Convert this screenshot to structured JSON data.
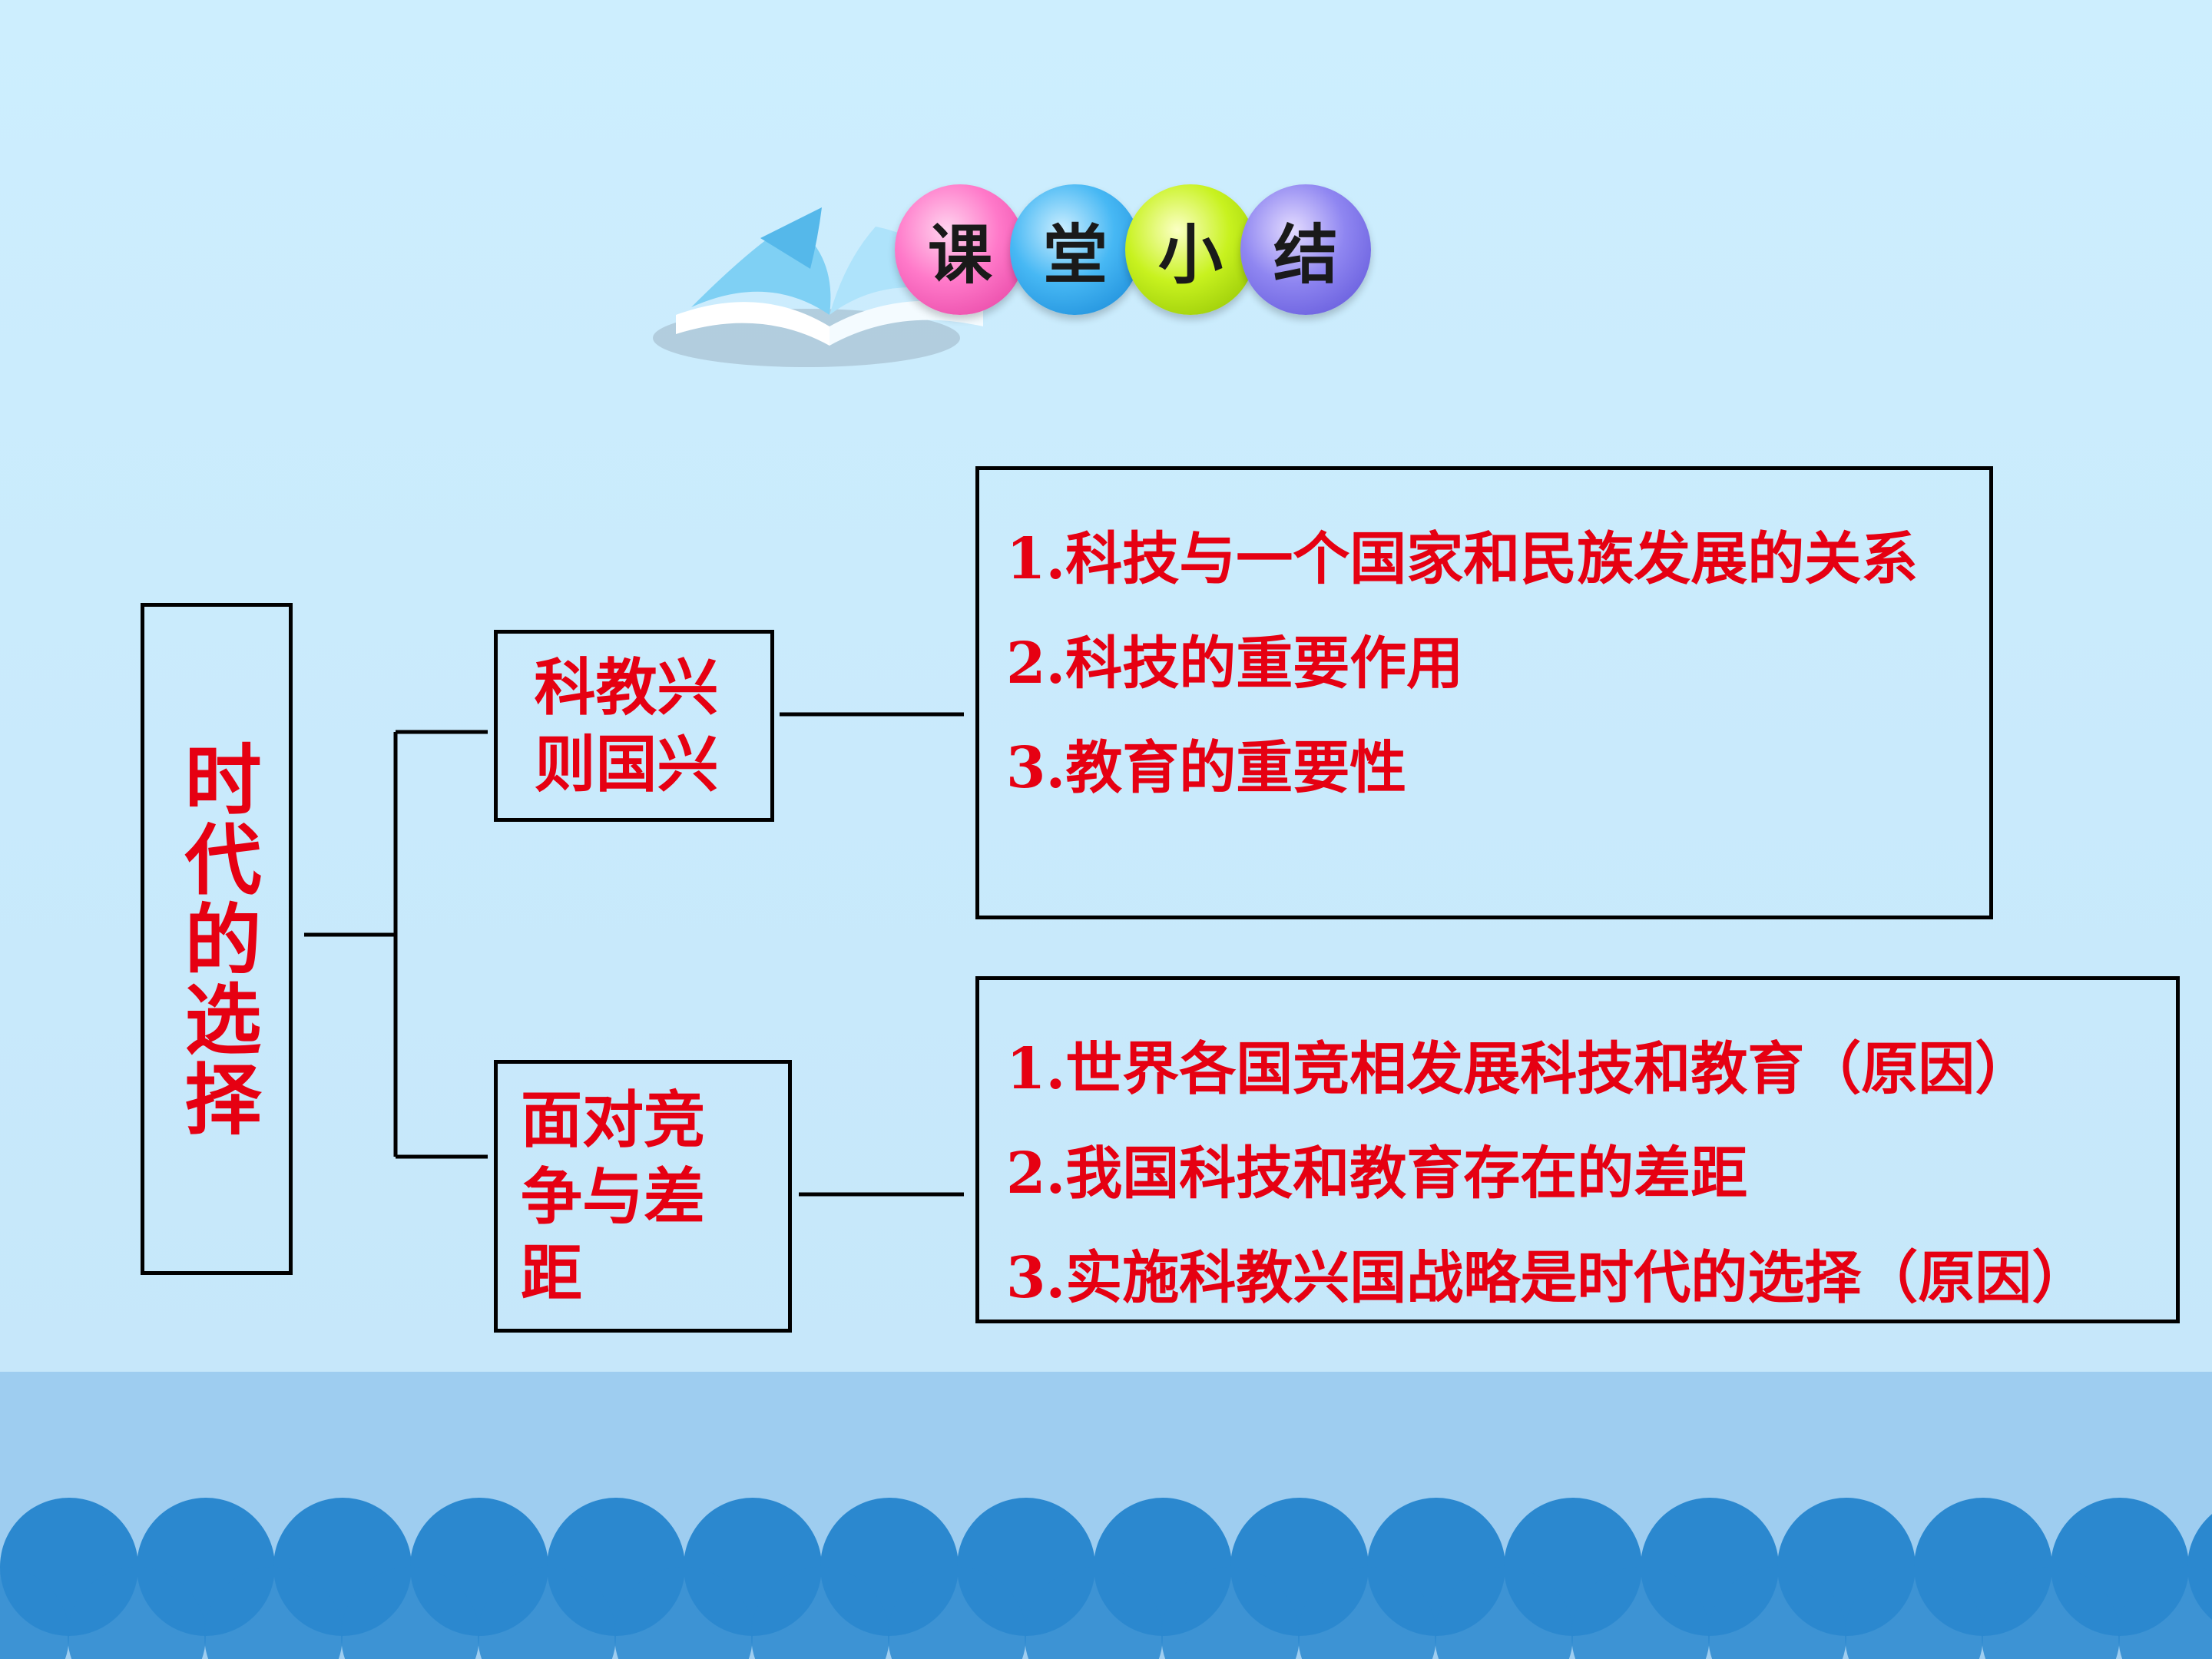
{
  "title": {
    "chars": [
      "课",
      "堂",
      "小",
      "结"
    ]
  },
  "diagram": {
    "root": "时代的选择",
    "branches": [
      {
        "label": "科教兴则国兴",
        "items": [
          "1.科技与一个国家和民族发展的关系",
          "2.科技的重要作用",
          "3.教育的重要性"
        ]
      },
      {
        "label": "面对竞争与差距",
        "items": [
          "1.世界各国竞相发展科技和教育（原因）",
          "2.我国科技和教育存在的差距",
          "3.实施科教兴国战略是时代的选择（原因）"
        ]
      }
    ]
  },
  "colors": {
    "text_accent": "#e60012",
    "background": "#c8e9fb",
    "band": "#9ecdf0",
    "wave": "#2b88cf"
  },
  "icons": {
    "header_decoration": "open-book-icon"
  }
}
